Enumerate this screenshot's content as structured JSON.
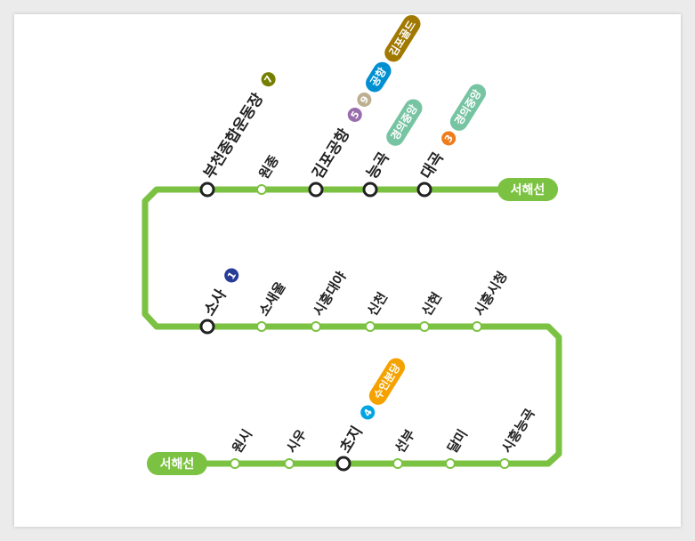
{
  "line": {
    "name": "서해선",
    "color": "#7cc242",
    "terminal_top_label": "서해선",
    "terminal_bottom_label": "서해선"
  },
  "colors": {
    "line1": "#263c96",
    "line3": "#ef7c1c",
    "line4": "#00a4e3",
    "line5": "#996cac",
    "line7": "#747f00",
    "line9": "#bdb092",
    "airport": "#0090d2",
    "gyeongui": "#77c4a3",
    "gimpo_gold": "#a17800",
    "suin_bundang": "#f5a200"
  },
  "stations": [
    {
      "name": "부천종합운동장",
      "type": "transfer",
      "transfers": [
        {
          "kind": "circle",
          "label": "7",
          "color": "#747f00"
        }
      ]
    },
    {
      "name": "원종",
      "type": "regular",
      "transfers": []
    },
    {
      "name": "김포공항",
      "type": "transfer",
      "transfers": [
        {
          "kind": "circle",
          "label": "5",
          "color": "#996cac"
        },
        {
          "kind": "circle",
          "label": "9",
          "color": "#bdb092"
        },
        {
          "kind": "pill",
          "label": "공항",
          "color": "#0090d2"
        },
        {
          "kind": "pill",
          "label": "김포골드",
          "color": "#a17800"
        }
      ]
    },
    {
      "name": "능곡",
      "type": "transfer",
      "transfers": [
        {
          "kind": "pill",
          "label": "경의중앙",
          "color": "#77c4a3"
        }
      ]
    },
    {
      "name": "대곡",
      "type": "transfer",
      "transfers": [
        {
          "kind": "circle",
          "label": "3",
          "color": "#ef7c1c"
        },
        {
          "kind": "pill",
          "label": "경의중앙",
          "color": "#77c4a3"
        }
      ]
    },
    {
      "name": "소사",
      "type": "transfer",
      "transfers": [
        {
          "kind": "circle",
          "label": "1",
          "color": "#263c96"
        }
      ]
    },
    {
      "name": "소새울",
      "type": "regular",
      "transfers": []
    },
    {
      "name": "시흥대야",
      "type": "regular",
      "transfers": []
    },
    {
      "name": "신천",
      "type": "regular",
      "transfers": []
    },
    {
      "name": "신현",
      "type": "regular",
      "transfers": []
    },
    {
      "name": "시흥시청",
      "type": "regular",
      "transfers": []
    },
    {
      "name": "원시",
      "type": "regular",
      "transfers": []
    },
    {
      "name": "시우",
      "type": "regular",
      "transfers": []
    },
    {
      "name": "초지",
      "type": "transfer",
      "transfers": [
        {
          "kind": "circle",
          "label": "4",
          "color": "#00a4e3"
        },
        {
          "kind": "pill",
          "label": "수인분당",
          "color": "#f5a200"
        }
      ]
    },
    {
      "name": "선부",
      "type": "regular",
      "transfers": []
    },
    {
      "name": "달미",
      "type": "regular",
      "transfers": []
    },
    {
      "name": "시흥능곡",
      "type": "regular",
      "transfers": []
    }
  ]
}
